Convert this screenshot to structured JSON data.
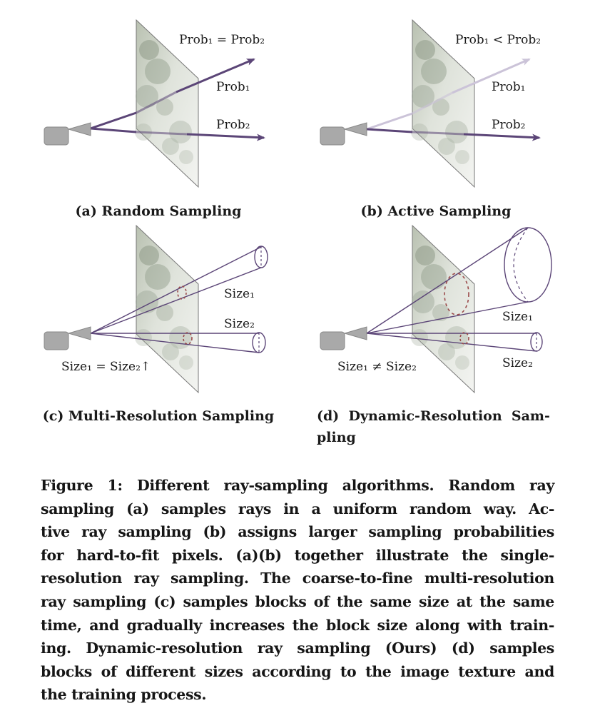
{
  "panels": {
    "a": {
      "caption": "(a) Random Sampling",
      "label_top": "Prob₁ = Prob₂",
      "label_1": "Prob₁",
      "label_2": "Prob₂"
    },
    "b": {
      "caption": "(b) Active Sampling",
      "label_top": "Prob₁ < Prob₂",
      "label_1": "Prob₁",
      "label_2": "Prob₂"
    },
    "c": {
      "caption": "(c) Multi-Resolution Sampling",
      "label_1": "Size₁",
      "label_2": "Size₂",
      "label_bottom": "Size₁ = Size₂↑"
    },
    "d": {
      "caption_line1": "(d)  Dynamic-Resolution  Sam-",
      "caption_line2": "pling",
      "label_1": "Size₁",
      "label_2": "Size₂",
      "label_bottom": "Size₁ ≠ Size₂"
    }
  },
  "caption_lines": [
    "Figure 1: Different ray-sampling algorithms. Random ray",
    "sampling (a) samples rays in a uniform random way. Ac-",
    "tive ray sampling (b) assigns larger sampling probabilities",
    "for hard-to-fit pixels. (a)(b) together illustrate the single-",
    "resolution ray sampling. The coarse-to-fine multi-resolution",
    "ray sampling (c) samples blocks of the same size at the same",
    "time, and gradually increases the block size along with train-",
    "ing. Dynamic-resolution ray sampling (Ours) (d) samples",
    "blocks of different sizes according to the image texture and",
    "the training process."
  ],
  "colors": {
    "ray": "#5b4577",
    "ray_faint": "#cbc3d8",
    "dash": "#9b4a4a",
    "camera": "#a9a9a9"
  }
}
